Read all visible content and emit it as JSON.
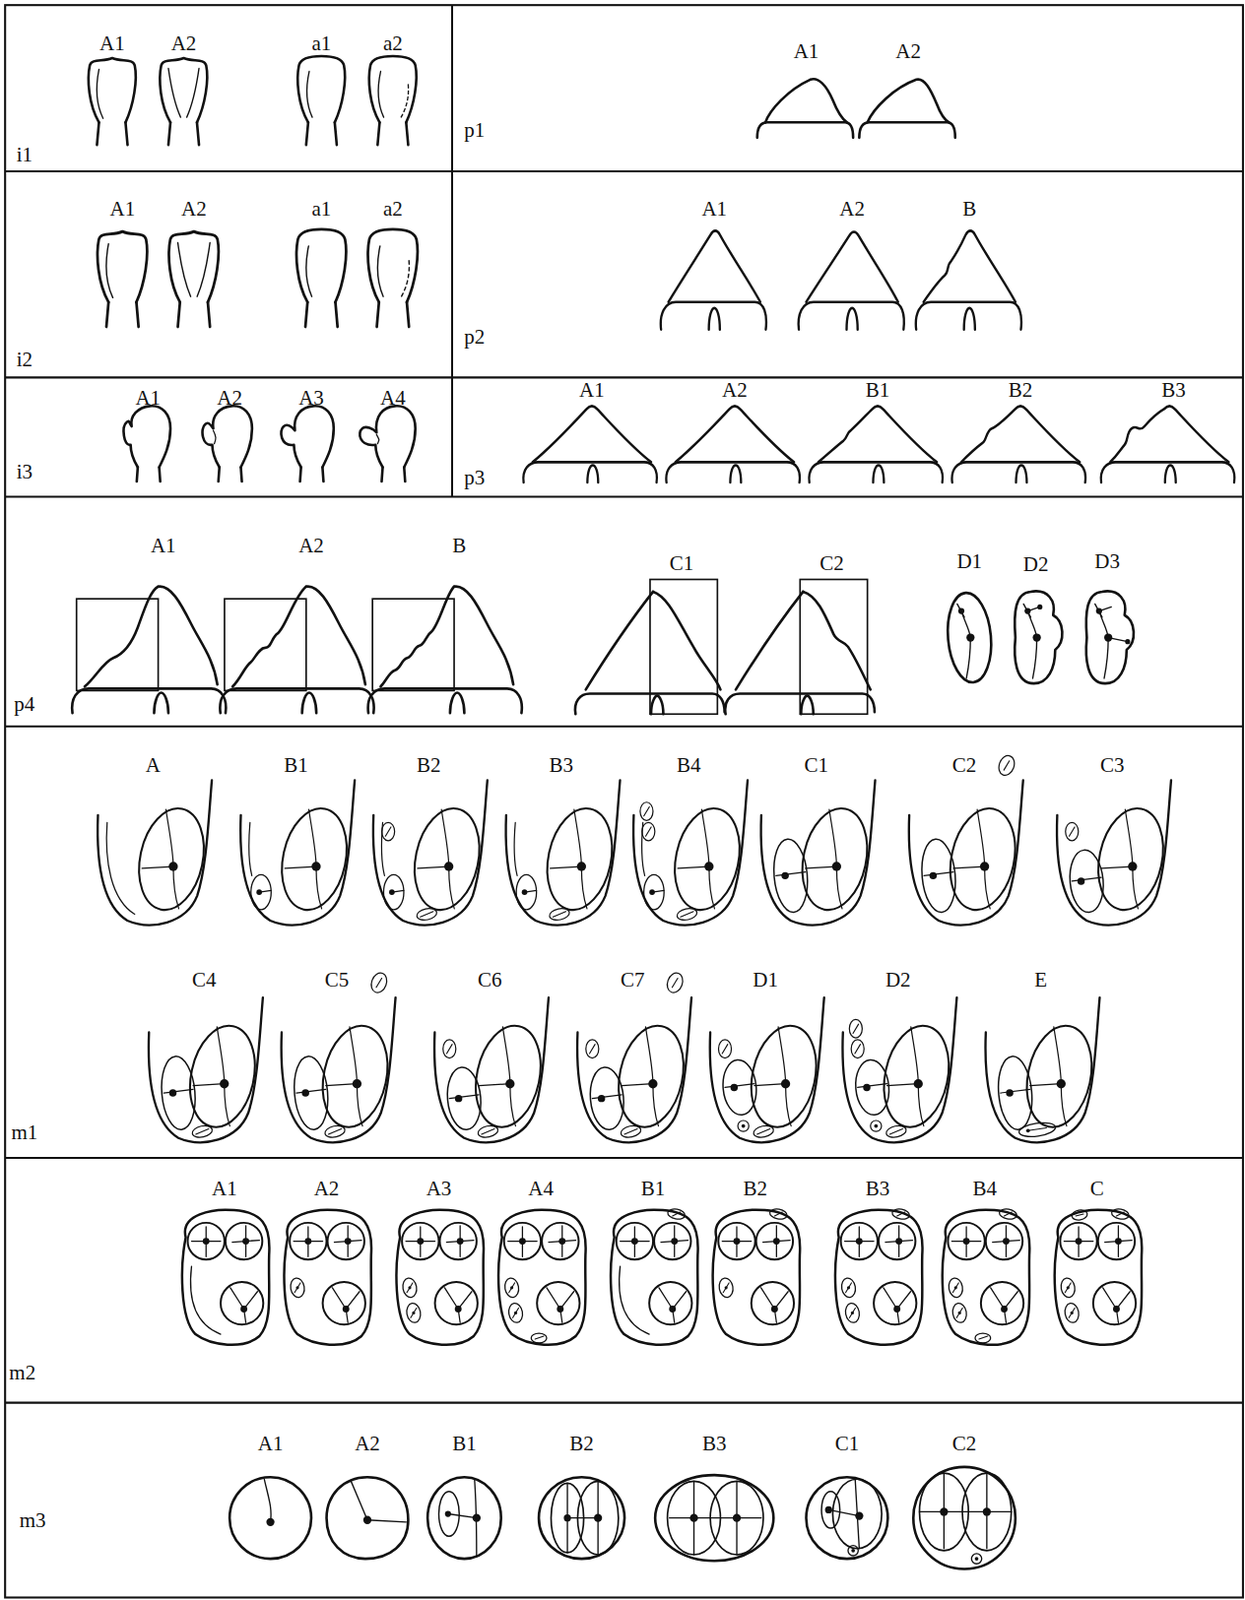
{
  "diagram": {
    "labels": [
      "A1",
      "A2",
      "a1",
      "a2",
      "i1",
      "A1",
      "A2",
      "p1",
      "A1",
      "A2",
      "a1",
      "a2",
      "i2",
      "A1",
      "A2",
      "B",
      "p2",
      "A1",
      "A2",
      "A3",
      "A4",
      "i3",
      "A1",
      "A2",
      "B1",
      "B2",
      "B3",
      "p3",
      "A1",
      "A2",
      "B",
      "C1",
      "C2",
      "D1",
      "D2",
      "D3",
      "p4",
      "A",
      "B1",
      "B2",
      "B3",
      "B4",
      "C1",
      "C2",
      "C3",
      "C4",
      "C5",
      "C6",
      "C7",
      "D1",
      "D2",
      "E",
      "m1",
      "A1",
      "A2",
      "A3",
      "A4",
      "B1",
      "B2",
      "B3",
      "B4",
      "C",
      "m2",
      "A1",
      "A2",
      "B1",
      "B2",
      "B3",
      "C1",
      "C2",
      "m3"
    ]
  }
}
